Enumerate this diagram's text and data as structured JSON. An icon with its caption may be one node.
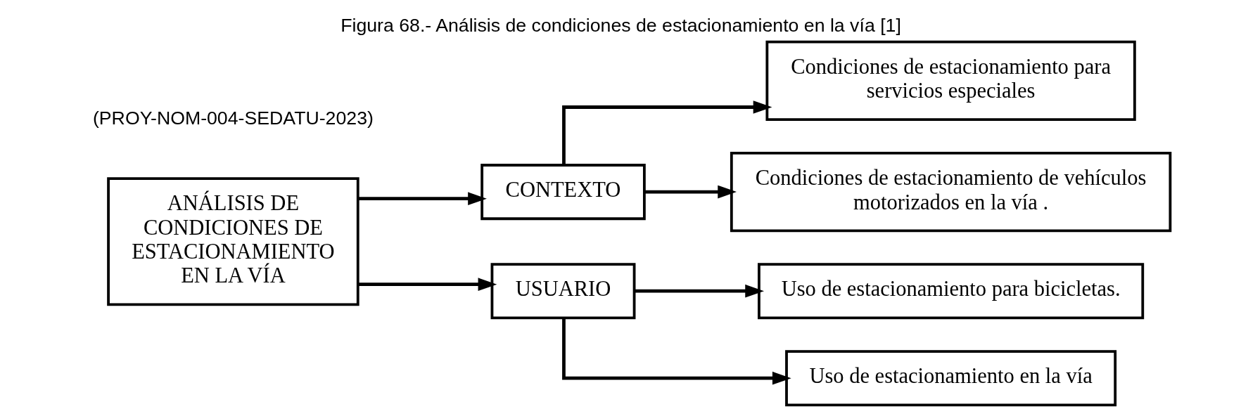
{
  "diagram": {
    "title": "Figura 68.- Análisis de condiciones de estacionamiento en la vía [1]",
    "nodes": [
      {
        "text": [
          "ANÁLISIS DE CONDICIONES DE ESTACIONAMIENTO EN LA VÍA"
        ]
      },
      {
        "text": [
          "CONTEXTO"
        ]
      },
      {
        "text": [
          "USUARIO"
        ]
      },
      {
        "text": [
          "Condiciones de estacionamiento para servicios especiales"
        ]
      },
      {
        "text": [
          "Condiciones de estacionamiento de vehículos motorizados en la vía ."
        ]
      },
      {
        "text": [
          "Uso de estacionamiento para bicicletas."
        ]
      },
      {
        "text": [
          "Uso de estacionamiento en la vía"
        ]
      }
    ],
    "edges": [
      {
        "from": 0,
        "to": 1,
        "arrow": "to"
      },
      {
        "from": 0,
        "to": 2,
        "arrow": "to"
      },
      {
        "from": 1,
        "to": 3,
        "arrow": "to"
      },
      {
        "from": 1,
        "to": 4,
        "arrow": "to"
      },
      {
        "from": 2,
        "to": 5,
        "arrow": "to"
      },
      {
        "from": 2,
        "to": 6,
        "arrow": "to"
      }
    ],
    "labels": [
      "(PROY-NOM-004-SEDATU-2023)"
    ]
  }
}
